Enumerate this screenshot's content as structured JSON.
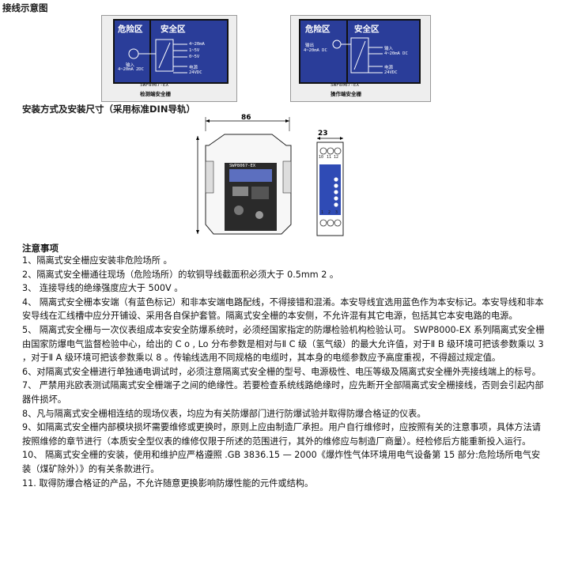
{
  "title_wiring": "接线示意图",
  "diagram_left": {
    "hazard_label": "危险区",
    "safe_label": "安全区",
    "inputs": [
      "输入",
      "4~20mA",
      "2DC"
    ],
    "outputs": [
      "4~20mA",
      "1~5V",
      "0~5V"
    ],
    "power": [
      "电源",
      "24VDC"
    ],
    "model": "SWP8067-EX",
    "caption": "检测端安全栅"
  },
  "diagram_right": {
    "hazard_label": "危险区",
    "safe_label": "安全区",
    "left_text": [
      "输出",
      "4~20mA DC"
    ],
    "inputs": [
      "输入",
      "4~20mA DC"
    ],
    "power": [
      "电源",
      "24VDC"
    ],
    "model": "SWP8067-EX",
    "caption": "操作端安全栅"
  },
  "title_install": "安装方式及安装尺寸（采用标准DIN导轨）",
  "dim_width": "86",
  "dim_depth": "23",
  "side_model": "SWP8067-EX",
  "terminals_top": [
    "10",
    "11",
    "12"
  ],
  "terminals_bottom": [
    "1",
    "2",
    "3"
  ],
  "title_notes": "注意事项",
  "notes": [
    "1、隔离式安全栅应安装非危险场所 。",
    "2、隔离式安全栅通往现场（危险场所）的软铜导线截面积必须大于 0.5mm 2 。",
    "3、 连接导线的绝缘强度应大于 500V 。",
    "4、 隔离式安全栅本安端（有蓝色标记）和非本安端电路配线，不得接错和混淆。本安导线宜选用蓝色作为本安标记。本安导线和非本安导线在汇线槽中应分开铺设、采用各自保护套管。隔离式安全栅的本安侧，不允许混有其它电源，包括其它本安电路的电源。",
    "5、 隔离式安全栅与一次仪表组成本安安全防爆系统时，必须经国家指定的防爆检验机构检验认可。 SWP8000-EX 系列隔离式安全栅由国家防爆电气监督检验中心，给出的 C o , Lo 分布参数是相对与Ⅱ C 级（氢气级）的最大允许值，对于Ⅱ B 级环境可把该参数乘以 3 ，对于Ⅱ A 级环境可把该参数乘以 8 。传输线选用不同规格的电缆时，其本身的电缆参数应予高度重视，不得超过规定值。",
    "6、对隔离式安全栅进行单独通电调试时，必须注意隔离式安全栅的型号、电源极性、电压等级及隔离式安全栅外壳接线端上的标号。",
    "7、 严禁用兆欧表测试隔离式安全栅端子之间的绝缘性。若要检查系统线路绝缘时，应先断开全部隔离式安全栅接线，否则会引起内部器件损坏。",
    "8、凡与隔离式安全栅相连结的现场仪表，均应为有关防爆部门进行防爆试验并取得防爆合格证的仪表。",
    "9、如隔离式安全栅内部模块损坏需要维修或更换时，原则上应由制造厂承担。用户自行维修时，应按照有关的注意事项，具体方法请按照维修的章节进行（本质安全型仪表的维修仅限于所述的范围进行，其外的维修应与制造厂商量）。经检修后方能重新投入运行。",
    "10、 隔离式安全栅的安装，使用和维护应严格遵照 .GB 3836.15 — 2000《爆炸性气体环境用电气设备第 15 部分:危险场所电气安装（煤矿除外）》的有关条款进行。",
    "11. 取得防爆合格证的产品，不允许随意更换影响防爆性能的元件或结构。"
  ]
}
